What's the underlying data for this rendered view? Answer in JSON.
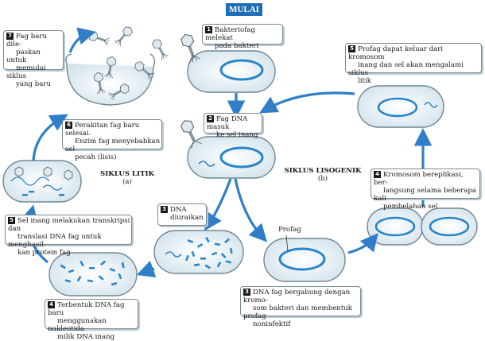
{
  "title": "MULAI",
  "cycles": {
    "lytic": {
      "name": "SIKLUS LITIK",
      "letter": "(a)"
    },
    "lysogenic": {
      "name": "SIKLUS LISOGENIK",
      "letter": "(b)"
    }
  },
  "labels": {
    "profag": "Profag",
    "dna_diurai_1": "DNA",
    "dna_diurai_2": "diuraikan"
  },
  "steps": [
    {
      "num": "1",
      "lines": [
        "Bakteriofag melekat",
        "pada bakteri"
      ]
    },
    {
      "num": "2",
      "lines": [
        "Fag DNA masuk",
        "ke sel inang"
      ]
    },
    {
      "num": "3",
      "lines": [
        "DNA",
        "diuraikan"
      ]
    },
    {
      "num": "4",
      "lines": [
        "Terbentuk DNA fag baru",
        "menggunakan nukleotida",
        "milik DNA inang"
      ]
    },
    {
      "num": "5",
      "lines": [
        "Sel inang melakukan transkripsi dan",
        "translasi DNA fag untuk menghasil-",
        "kan protein fag"
      ]
    },
    {
      "num": "6",
      "lines": [
        "Perakitan fag baru selesai.",
        "Enzim fag menyebabkan sel",
        "pecah (lisis)"
      ]
    },
    {
      "num": "7",
      "lines": [
        "Fag baru dile-",
        "paskan untuk",
        "memulai siklus",
        "yang baru"
      ]
    },
    {
      "num": "3",
      "lines": [
        "DNA fag bergabung dengan kromo-",
        "som bakteri dan membentuk profag",
        "noninfektif"
      ]
    },
    {
      "num": "4",
      "lines": [
        "Kromosom bereplikasi, ber-",
        "langsung selama beberapa kali",
        "pembelahan sel"
      ]
    },
    {
      "num": "5",
      "lines": [
        "Profag dapat keluar dari kromosom",
        "inang dan sel akan mengalami siklus",
        "litik"
      ]
    }
  ],
  "colors": {
    "accent": "#1f6fb8",
    "cell_fill": "#e2edf3",
    "cell_stroke": "#6f8794",
    "arrow": "#2f7fc8",
    "dna_ring": "#2a86c9",
    "fragments": "#2a86c9"
  }
}
